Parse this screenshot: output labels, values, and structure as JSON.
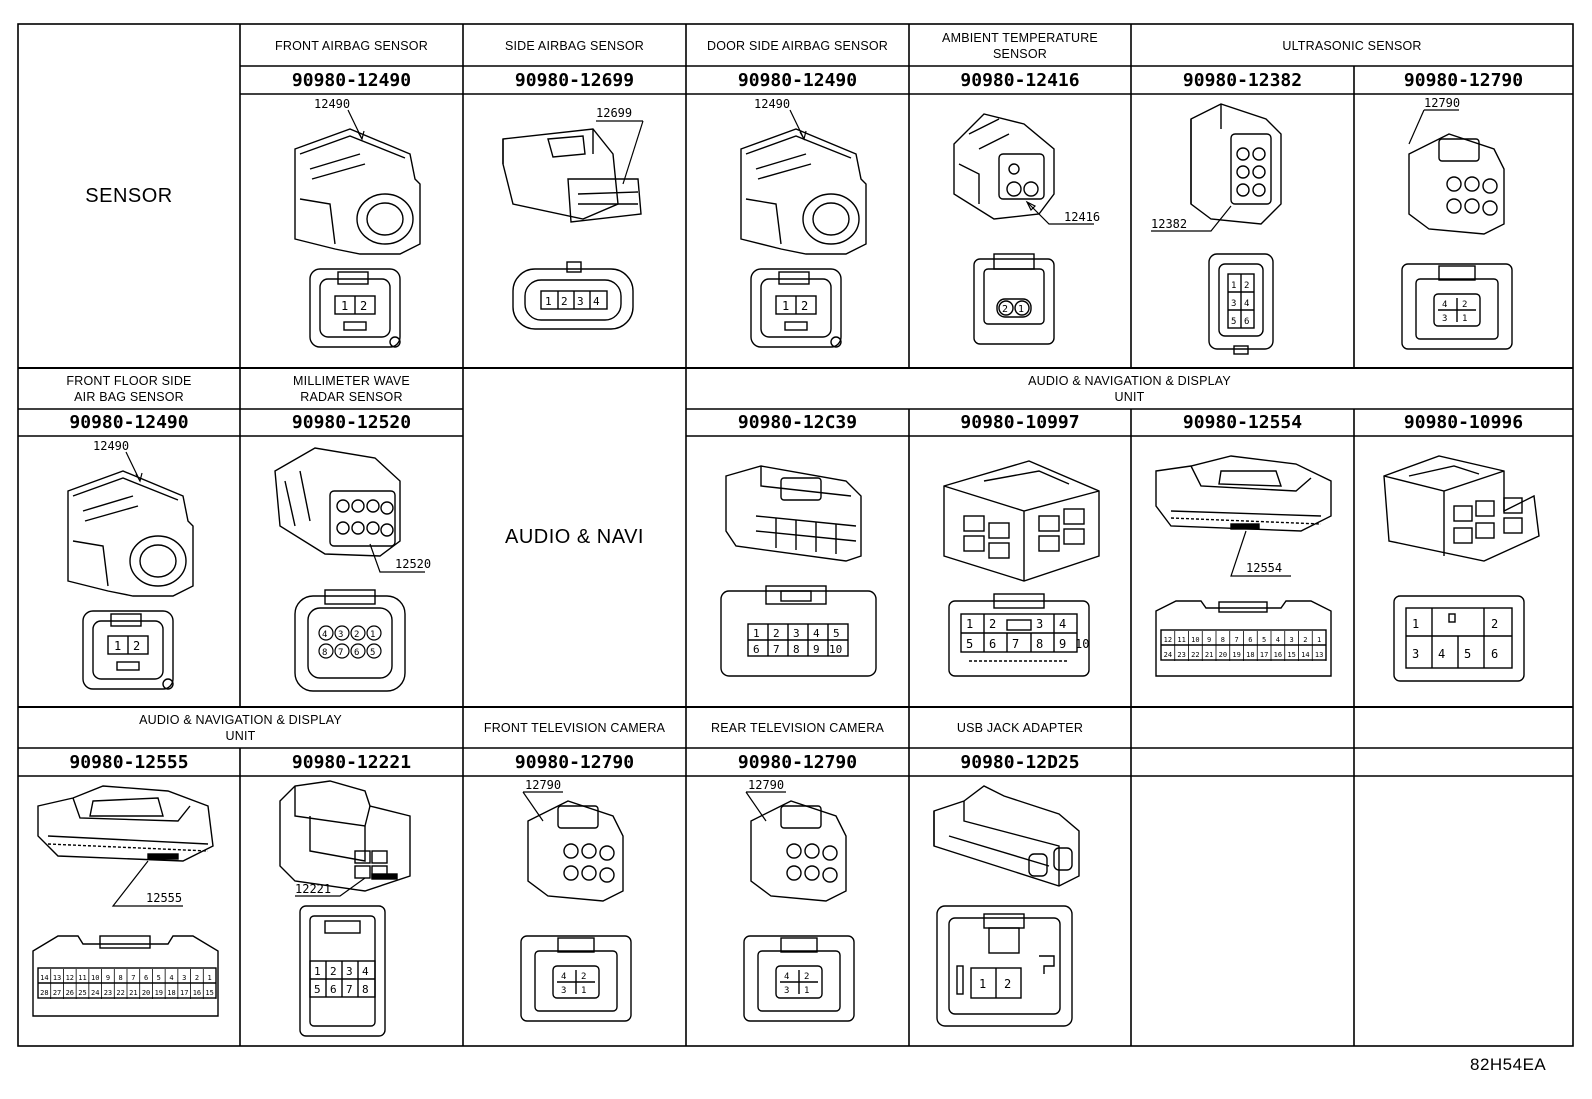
{
  "side_labels": {
    "sensor": "SENSOR",
    "audio_navi": "AUDIO & NAVI"
  },
  "row1": {
    "front_airbag": {
      "name": "FRONT AIRBAG SENSOR",
      "part": "90980-12490",
      "callout": "12490",
      "pins": [
        "1",
        "2"
      ]
    },
    "side_airbag": {
      "name": "SIDE AIRBAG SENSOR",
      "part": "90980-12699",
      "callout": "12699",
      "pins": [
        "1",
        "2",
        "3",
        "4"
      ]
    },
    "door_side_airbag": {
      "name": "DOOR SIDE AIRBAG SENSOR",
      "part": "90980-12490",
      "callout": "12490",
      "pins": [
        "1",
        "2"
      ]
    },
    "ambient_temp": {
      "name_line1": "AMBIENT TEMPERATURE",
      "name_line2": "SENSOR",
      "part": "90980-12416",
      "callout": "12416",
      "pins": [
        "2",
        "1"
      ]
    },
    "ultrasonic": {
      "name": "ULTRASONIC SENSOR"
    },
    "ultrasonic_a": {
      "part": "90980-12382",
      "callout": "12382",
      "pins": [
        "1",
        "2",
        "3",
        "4",
        "5",
        "6"
      ]
    },
    "ultrasonic_b": {
      "part": "90980-12790",
      "callout": "12790",
      "pins": [
        "4",
        "2",
        "3",
        "1"
      ]
    }
  },
  "row2": {
    "front_floor_side": {
      "name_line1": "FRONT FLOOR SIDE",
      "name_line2": "AIR BAG SENSOR",
      "part": "90980-12490",
      "callout": "12490",
      "pins": [
        "1",
        "2"
      ]
    },
    "mmwave": {
      "name_line1": "MILLIMETER WAVE",
      "name_line2": "RADAR SENSOR",
      "part": "90980-12520",
      "callout": "12520",
      "pins": [
        "4",
        "3",
        "2",
        "1",
        "8",
        "7",
        "6",
        "5"
      ]
    },
    "audio_nav_display": {
      "name_line1": "AUDIO & NAVIGATION & DISPLAY",
      "name_line2": "UNIT"
    },
    "c39": {
      "part": "90980-12C39",
      "pins": [
        "1",
        "2",
        "3",
        "4",
        "5",
        "6",
        "7",
        "8",
        "9",
        "10"
      ]
    },
    "c10997": {
      "part": "90980-10997",
      "pins": [
        "1",
        "2",
        "3",
        "4",
        "5",
        "6",
        "7",
        "8",
        "9",
        "10"
      ]
    },
    "c12554": {
      "part": "90980-12554",
      "callout": "12554",
      "pins_top": [
        "12",
        "11",
        "10",
        "9",
        "8",
        "7",
        "6",
        "5",
        "4",
        "3",
        "2",
        "1"
      ],
      "pins_bottom": [
        "24",
        "23",
        "22",
        "21",
        "20",
        "19",
        "18",
        "17",
        "16",
        "15",
        "14",
        "13"
      ]
    },
    "c10996": {
      "part": "90980-10996",
      "pins": [
        "1",
        "2",
        "3",
        "4",
        "5",
        "6"
      ]
    }
  },
  "row3": {
    "audio_nav_display": {
      "name_line1": "AUDIO & NAVIGATION & DISPLAY",
      "name_line2": "UNIT"
    },
    "c12555": {
      "part": "90980-12555",
      "callout": "12555",
      "pins_top": [
        "14",
        "13",
        "12",
        "11",
        "10",
        "9",
        "8",
        "7",
        "6",
        "5",
        "4",
        "3",
        "2",
        "1"
      ],
      "pins_bottom": [
        "28",
        "27",
        "26",
        "25",
        "24",
        "23",
        "22",
        "21",
        "20",
        "19",
        "18",
        "17",
        "16",
        "15"
      ]
    },
    "c12221": {
      "part": "90980-12221",
      "callout": "12221",
      "pins": [
        "1",
        "2",
        "3",
        "4",
        "5",
        "6",
        "7",
        "8"
      ]
    },
    "front_tv": {
      "name": "FRONT TELEVISION CAMERA",
      "part": "90980-12790",
      "callout": "12790",
      "pins": [
        "4",
        "2",
        "3",
        "1"
      ]
    },
    "rear_tv": {
      "name": "REAR TELEVISION CAMERA",
      "part": "90980-12790",
      "callout": "12790",
      "pins": [
        "4",
        "2",
        "3",
        "1"
      ]
    },
    "usb": {
      "name": "USB JACK ADAPTER",
      "part": "90980-12D25",
      "pins": [
        "1",
        "2"
      ]
    }
  },
  "footer": {
    "code": "82H54EA"
  },
  "colors": {
    "line": "#000000",
    "background": "#ffffff"
  }
}
